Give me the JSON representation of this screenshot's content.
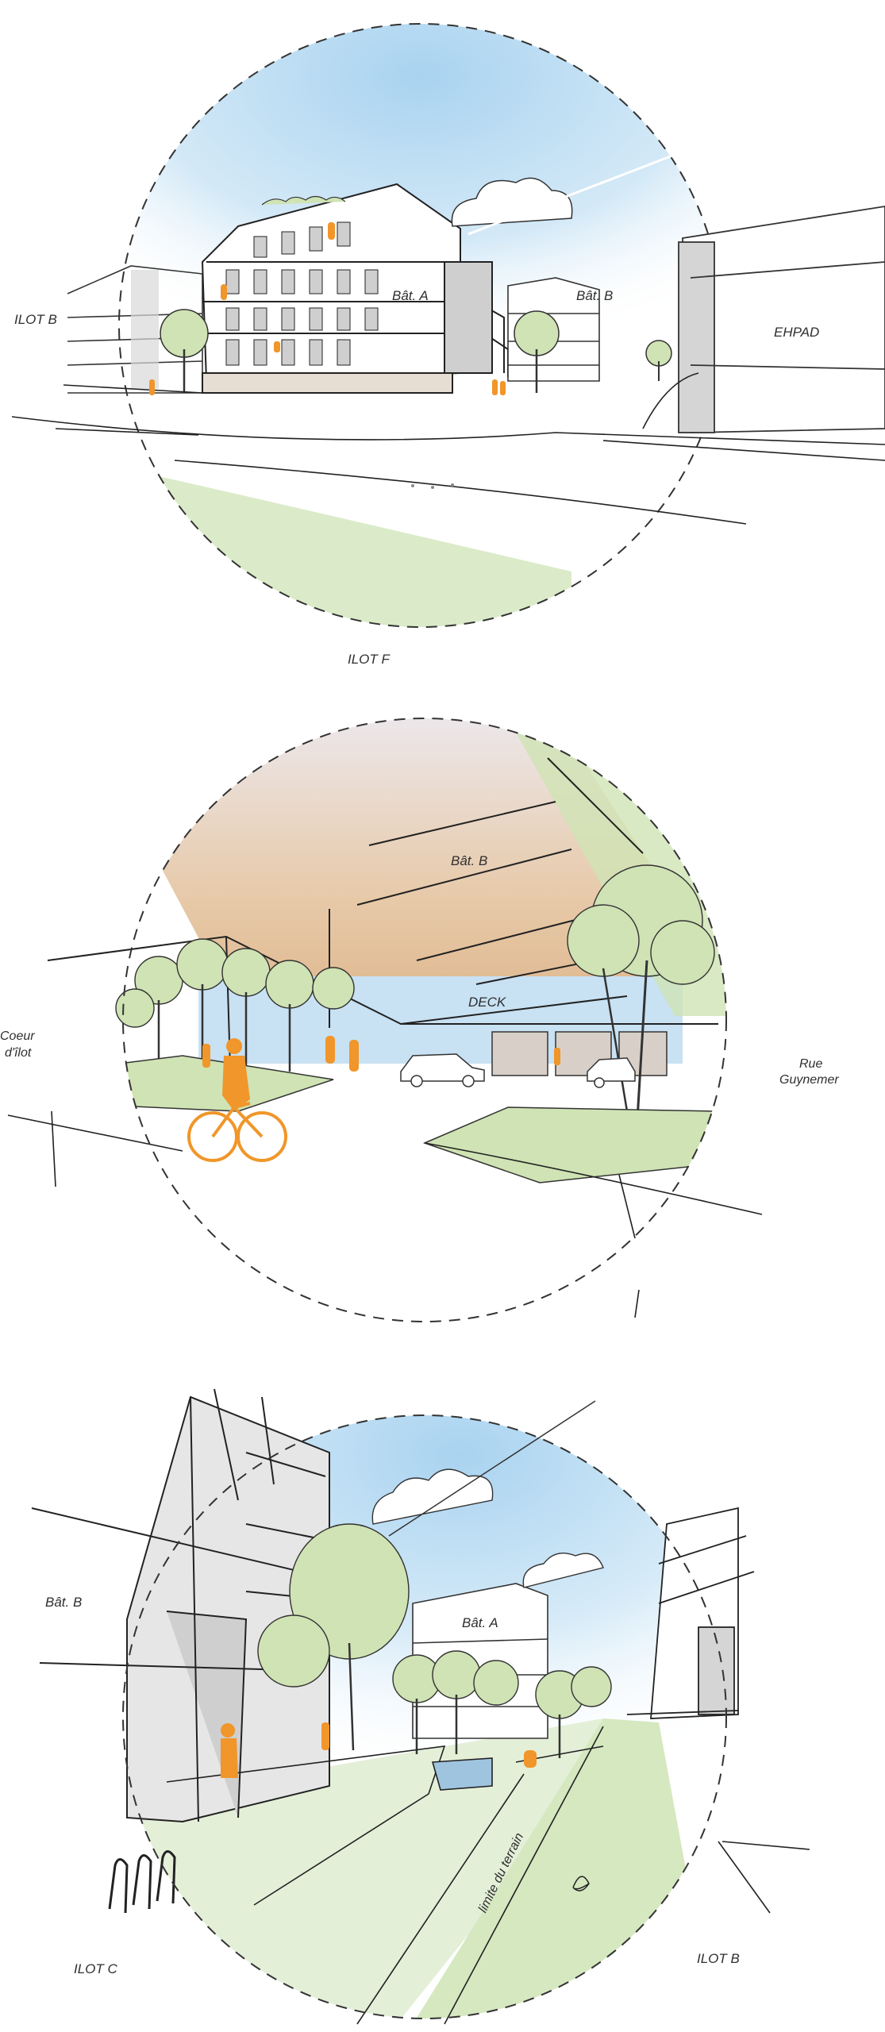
{
  "sketches": [
    {
      "labels": {
        "ilot_b": "ILOT B",
        "bat_a": "Bât. A",
        "bat_b": "Bât. B",
        "ehpad": "EHPAD",
        "ilot_f": "ILOT F"
      }
    },
    {
      "labels": {
        "bat_b": "Bât. B",
        "deck": "DECK",
        "coeur_line1": "Coeur",
        "coeur_line2": "d'îlot",
        "rue_line1": "Rue",
        "rue_line2": "Guynemer"
      }
    },
    {
      "labels": {
        "bat_b": "Bât. B",
        "bat_a": "Bât. A",
        "limite": "limite du terrain",
        "ilot_c": "ILOT C",
        "ilot_b": "ILOT B"
      }
    }
  ],
  "colors": {
    "sky": "#bcdcf2",
    "grass": "#cfe3b4",
    "deck": "#e2bb90",
    "accent_people": "#f0962a",
    "ink": "#2a2a2a"
  }
}
